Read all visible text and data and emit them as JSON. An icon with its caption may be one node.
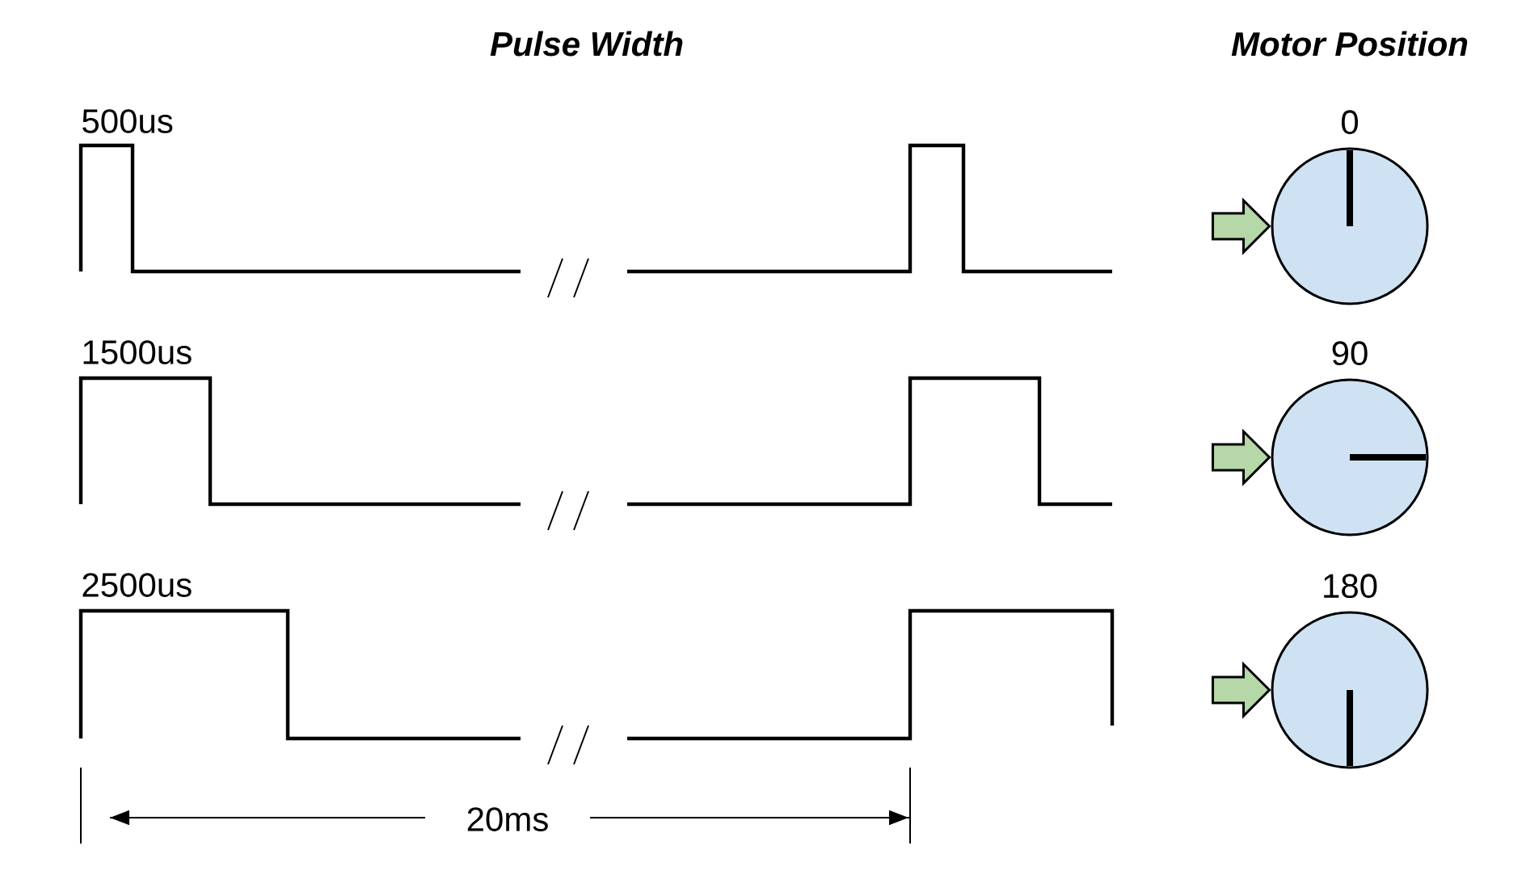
{
  "diagram": {
    "nodes": [
      {
        "text": [],
        "shape": "circle",
        "beside": [
          "0"
        ]
      },
      {
        "text": [],
        "shape": "circle",
        "beside": [
          "90"
        ]
      },
      {
        "text": [],
        "shape": "circle",
        "beside": [
          "180"
        ]
      }
    ],
    "edges": [
      {
        "from": null,
        "to": 0,
        "arrow": "to",
        "color": "#b6d7a8"
      },
      {
        "from": null,
        "to": 1,
        "arrow": "to",
        "color": "#b6d7a8"
      },
      {
        "from": null,
        "to": 2,
        "arrow": "to",
        "color": "#b6d7a8"
      }
    ],
    "labels": [
      "Pulse Width",
      "Motor Position",
      "500us",
      "1500us",
      "2500us",
      "20ms"
    ]
  }
}
